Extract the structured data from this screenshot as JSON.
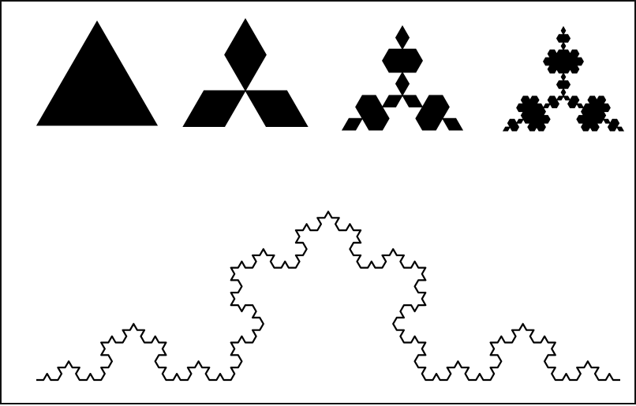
{
  "figure": {
    "subject": "koch-snowflake",
    "background_color": "#ffffff",
    "ink_color": "#000000",
    "border_color": "#111111",
    "snowflake_iterations": [
      0,
      1,
      2,
      3
    ],
    "curve_iterations": 4
  }
}
